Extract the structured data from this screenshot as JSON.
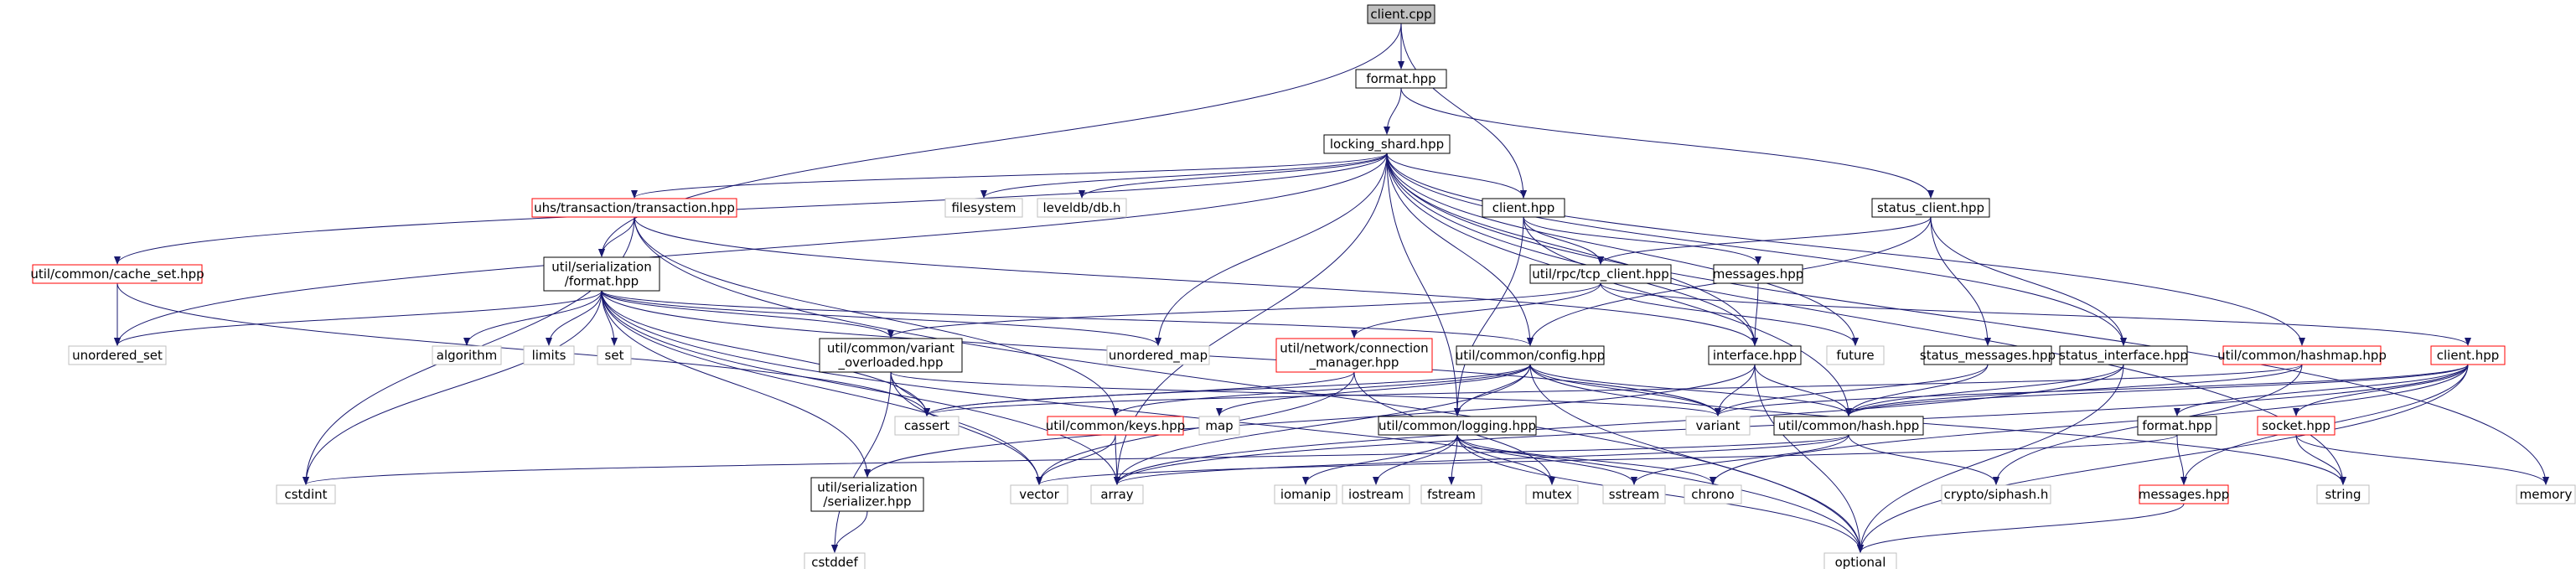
{
  "graph": {
    "nodes": [
      {
        "id": "client_cpp",
        "lines": [
          "client.cpp"
        ],
        "style": "root"
      },
      {
        "id": "format_hpp_top",
        "lines": [
          "format.hpp"
        ],
        "style": "normal"
      },
      {
        "id": "locking_shard_hpp",
        "lines": [
          "locking_shard.hpp"
        ],
        "style": "normal"
      },
      {
        "id": "client_hpp_mid",
        "lines": [
          "client.hpp"
        ],
        "style": "normal"
      },
      {
        "id": "status_client_hpp",
        "lines": [
          "status_client.hpp"
        ],
        "style": "normal"
      },
      {
        "id": "uhs_transaction_hpp",
        "lines": [
          "uhs/transaction/transaction.hpp"
        ],
        "style": "red"
      },
      {
        "id": "filesystem",
        "lines": [
          "filesystem"
        ],
        "style": "gray"
      },
      {
        "id": "leveldb_db_h",
        "lines": [
          "leveldb/db.h"
        ],
        "style": "gray"
      },
      {
        "id": "cache_set_hpp",
        "lines": [
          "util/common/cache_set.hpp"
        ],
        "style": "red"
      },
      {
        "id": "serialization_format_hpp",
        "lines": [
          "util/serialization",
          "/format.hpp"
        ],
        "style": "normal"
      },
      {
        "id": "tcp_client_hpp",
        "lines": [
          "util/rpc/tcp_client.hpp"
        ],
        "style": "normal"
      },
      {
        "id": "messages_hpp_mid",
        "lines": [
          "messages.hpp"
        ],
        "style": "normal"
      },
      {
        "id": "unordered_set",
        "lines": [
          "unordered_set"
        ],
        "style": "gray"
      },
      {
        "id": "algorithm",
        "lines": [
          "algorithm"
        ],
        "style": "gray"
      },
      {
        "id": "limits",
        "lines": [
          "limits"
        ],
        "style": "gray"
      },
      {
        "id": "set",
        "lines": [
          "set"
        ],
        "style": "gray"
      },
      {
        "id": "variant_overloaded_hpp",
        "lines": [
          "util/common/variant",
          "_overloaded.hpp"
        ],
        "style": "normal"
      },
      {
        "id": "unordered_map",
        "lines": [
          "unordered_map"
        ],
        "style": "gray"
      },
      {
        "id": "connection_manager_hpp",
        "lines": [
          "util/network/connection",
          "_manager.hpp"
        ],
        "style": "red"
      },
      {
        "id": "config_hpp",
        "lines": [
          "util/common/config.hpp"
        ],
        "style": "normal"
      },
      {
        "id": "interface_hpp",
        "lines": [
          "interface.hpp"
        ],
        "style": "normal"
      },
      {
        "id": "future",
        "lines": [
          "future"
        ],
        "style": "gray"
      },
      {
        "id": "status_messages_hpp",
        "lines": [
          "status_messages.hpp"
        ],
        "style": "normal"
      },
      {
        "id": "status_interface_hpp",
        "lines": [
          "status_interface.hpp"
        ],
        "style": "normal"
      },
      {
        "id": "hashmap_hpp",
        "lines": [
          "util/common/hashmap.hpp"
        ],
        "style": "red"
      },
      {
        "id": "client_hpp_right",
        "lines": [
          "client.hpp"
        ],
        "style": "red"
      },
      {
        "id": "cassert",
        "lines": [
          "cassert"
        ],
        "style": "gray"
      },
      {
        "id": "keys_hpp",
        "lines": [
          "util/common/keys.hpp"
        ],
        "style": "red"
      },
      {
        "id": "map",
        "lines": [
          "map"
        ],
        "style": "gray"
      },
      {
        "id": "logging_hpp",
        "lines": [
          "util/common/logging.hpp"
        ],
        "style": "normal"
      },
      {
        "id": "variant",
        "lines": [
          "variant"
        ],
        "style": "gray"
      },
      {
        "id": "hash_hpp",
        "lines": [
          "util/common/hash.hpp"
        ],
        "style": "normal"
      },
      {
        "id": "socket_hpp",
        "lines": [
          "socket.hpp"
        ],
        "style": "red"
      },
      {
        "id": "format_hpp_right",
        "lines": [
          "format.hpp"
        ],
        "style": "normal"
      },
      {
        "id": "cstdint",
        "lines": [
          "cstdint"
        ],
        "style": "gray"
      },
      {
        "id": "serializer_hpp",
        "lines": [
          "util/serialization",
          "/serializer.hpp"
        ],
        "style": "normal"
      },
      {
        "id": "vector",
        "lines": [
          "vector"
        ],
        "style": "gray"
      },
      {
        "id": "array",
        "lines": [
          "array"
        ],
        "style": "gray"
      },
      {
        "id": "iomanip",
        "lines": [
          "iomanip"
        ],
        "style": "gray"
      },
      {
        "id": "iostream",
        "lines": [
          "iostream"
        ],
        "style": "gray"
      },
      {
        "id": "fstream",
        "lines": [
          "fstream"
        ],
        "style": "gray"
      },
      {
        "id": "mutex",
        "lines": [
          "mutex"
        ],
        "style": "gray"
      },
      {
        "id": "sstream",
        "lines": [
          "sstream"
        ],
        "style": "gray"
      },
      {
        "id": "chrono",
        "lines": [
          "chrono"
        ],
        "style": "gray"
      },
      {
        "id": "siphash_h",
        "lines": [
          "crypto/siphash.h"
        ],
        "style": "gray"
      },
      {
        "id": "messages_hpp_right",
        "lines": [
          "messages.hpp"
        ],
        "style": "red"
      },
      {
        "id": "string",
        "lines": [
          "string"
        ],
        "style": "gray"
      },
      {
        "id": "memory",
        "lines": [
          "memory"
        ],
        "style": "gray"
      },
      {
        "id": "cstddef",
        "lines": [
          "cstddef"
        ],
        "style": "gray"
      },
      {
        "id": "optional",
        "lines": [
          "optional"
        ],
        "style": "gray"
      }
    ],
    "edges": [
      [
        "client_cpp",
        "format_hpp_top"
      ],
      [
        "client_cpp",
        "client_hpp_mid"
      ],
      [
        "client_cpp",
        "serialization_format_hpp"
      ],
      [
        "format_hpp_top",
        "locking_shard_hpp"
      ],
      [
        "format_hpp_top",
        "status_client_hpp"
      ],
      [
        "locking_shard_hpp",
        "uhs_transaction_hpp"
      ],
      [
        "locking_shard_hpp",
        "filesystem"
      ],
      [
        "locking_shard_hpp",
        "leveldb_db_h"
      ],
      [
        "locking_shard_hpp",
        "client_hpp_mid"
      ],
      [
        "locking_shard_hpp",
        "cache_set_hpp"
      ],
      [
        "locking_shard_hpp",
        "unordered_set"
      ],
      [
        "locking_shard_hpp",
        "unordered_map"
      ],
      [
        "locking_shard_hpp",
        "future"
      ],
      [
        "locking_shard_hpp",
        "interface_hpp"
      ],
      [
        "locking_shard_hpp",
        "status_interface_hpp"
      ],
      [
        "locking_shard_hpp",
        "hashmap_hpp"
      ],
      [
        "locking_shard_hpp",
        "string"
      ],
      [
        "locking_shard_hpp",
        "memory"
      ],
      [
        "locking_shard_hpp",
        "config_hpp"
      ],
      [
        "locking_shard_hpp",
        "logging_hpp"
      ],
      [
        "locking_shard_hpp",
        "array"
      ],
      [
        "locking_shard_hpp",
        "hash_hpp"
      ],
      [
        "uhs_transaction_hpp",
        "serialization_format_hpp"
      ],
      [
        "uhs_transaction_hpp",
        "keys_hpp"
      ],
      [
        "uhs_transaction_hpp",
        "cstdint"
      ],
      [
        "uhs_transaction_hpp",
        "optional"
      ],
      [
        "uhs_transaction_hpp",
        "interface_hpp"
      ],
      [
        "cache_set_hpp",
        "unordered_set"
      ],
      [
        "cache_set_hpp",
        "cassert"
      ],
      [
        "serialization_format_hpp",
        "unordered_set"
      ],
      [
        "serialization_format_hpp",
        "algorithm"
      ],
      [
        "serialization_format_hpp",
        "limits"
      ],
      [
        "serialization_format_hpp",
        "set"
      ],
      [
        "serialization_format_hpp",
        "variant_overloaded_hpp"
      ],
      [
        "serialization_format_hpp",
        "unordered_map"
      ],
      [
        "serialization_format_hpp",
        "cassert"
      ],
      [
        "serialization_format_hpp",
        "cstdint"
      ],
      [
        "serialization_format_hpp",
        "serializer_hpp"
      ],
      [
        "serialization_format_hpp",
        "vector"
      ],
      [
        "serialization_format_hpp",
        "array"
      ],
      [
        "serialization_format_hpp",
        "optional"
      ],
      [
        "serialization_format_hpp",
        "variant"
      ],
      [
        "serialization_format_hpp",
        "config_hpp"
      ],
      [
        "client_hpp_mid",
        "tcp_client_hpp"
      ],
      [
        "client_hpp_mid",
        "messages_hpp_mid"
      ],
      [
        "client_hpp_mid",
        "logging_hpp"
      ],
      [
        "client_hpp_mid",
        "interface_hpp"
      ],
      [
        "status_client_hpp",
        "tcp_client_hpp"
      ],
      [
        "status_client_hpp",
        "status_messages_hpp"
      ],
      [
        "status_client_hpp",
        "status_interface_hpp"
      ],
      [
        "status_client_hpp",
        "config_hpp"
      ],
      [
        "tcp_client_hpp",
        "connection_manager_hpp"
      ],
      [
        "tcp_client_hpp",
        "future"
      ],
      [
        "tcp_client_hpp",
        "client_hpp_right"
      ],
      [
        "tcp_client_hpp",
        "variant_overloaded_hpp"
      ],
      [
        "messages_hpp_mid",
        "interface_hpp"
      ],
      [
        "variant_overloaded_hpp",
        "cassert"
      ],
      [
        "variant_overloaded_hpp",
        "variant"
      ],
      [
        "variant_overloaded_hpp",
        "vector"
      ],
      [
        "variant_overloaded_hpp",
        "cstddef"
      ],
      [
        "connection_manager_hpp",
        "cassert"
      ],
      [
        "connection_manager_hpp",
        "vector"
      ],
      [
        "connection_manager_hpp",
        "mutex"
      ],
      [
        "config_hpp",
        "cassert"
      ],
      [
        "config_hpp",
        "keys_hpp"
      ],
      [
        "config_hpp",
        "map"
      ],
      [
        "config_hpp",
        "logging_hpp"
      ],
      [
        "config_hpp",
        "variant"
      ],
      [
        "config_hpp",
        "hash_hpp"
      ],
      [
        "config_hpp",
        "optional"
      ],
      [
        "config_hpp",
        "string"
      ],
      [
        "config_hpp",
        "array"
      ],
      [
        "interface_hpp",
        "variant"
      ],
      [
        "interface_hpp",
        "hash_hpp"
      ],
      [
        "interface_hpp",
        "optional"
      ],
      [
        "interface_hpp",
        "serializer_hpp"
      ],
      [
        "status_messages_hpp",
        "variant"
      ],
      [
        "status_messages_hpp",
        "hash_hpp"
      ],
      [
        "status_interface_hpp",
        "hash_hpp"
      ],
      [
        "status_interface_hpp",
        "optional"
      ],
      [
        "status_interface_hpp",
        "array"
      ],
      [
        "hashmap_hpp",
        "hash_hpp"
      ],
      [
        "hashmap_hpp",
        "siphash_h"
      ],
      [
        "hashmap_hpp",
        "cassert"
      ],
      [
        "client_hpp_right",
        "hash_hpp"
      ],
      [
        "client_hpp_right",
        "format_hpp_right"
      ],
      [
        "client_hpp_right",
        "socket_hpp"
      ],
      [
        "client_hpp_right",
        "messages_hpp_right"
      ],
      [
        "client_hpp_right",
        "optional"
      ],
      [
        "client_hpp_right",
        "chrono"
      ],
      [
        "client_hpp_right",
        "variant"
      ],
      [
        "client_hpp_right",
        "array"
      ],
      [
        "keys_hpp",
        "vector"
      ],
      [
        "keys_hpp",
        "array"
      ],
      [
        "logging_hpp",
        "iomanip"
      ],
      [
        "logging_hpp",
        "iostream"
      ],
      [
        "logging_hpp",
        "fstream"
      ],
      [
        "logging_hpp",
        "mutex"
      ],
      [
        "logging_hpp",
        "sstream"
      ],
      [
        "logging_hpp",
        "chrono"
      ],
      [
        "logging_hpp",
        "optional"
      ],
      [
        "hash_hpp",
        "array"
      ],
      [
        "hash_hpp",
        "siphash_h"
      ],
      [
        "hash_hpp",
        "cstdint"
      ],
      [
        "hash_hpp",
        "sstream"
      ],
      [
        "socket_hpp",
        "string"
      ],
      [
        "socket_hpp",
        "memory"
      ],
      [
        "format_hpp_right",
        "messages_hpp_right"
      ],
      [
        "format_hpp_right",
        "vector"
      ],
      [
        "messages_hpp_right",
        "optional"
      ],
      [
        "serializer_hpp",
        "cstddef"
      ]
    ]
  }
}
